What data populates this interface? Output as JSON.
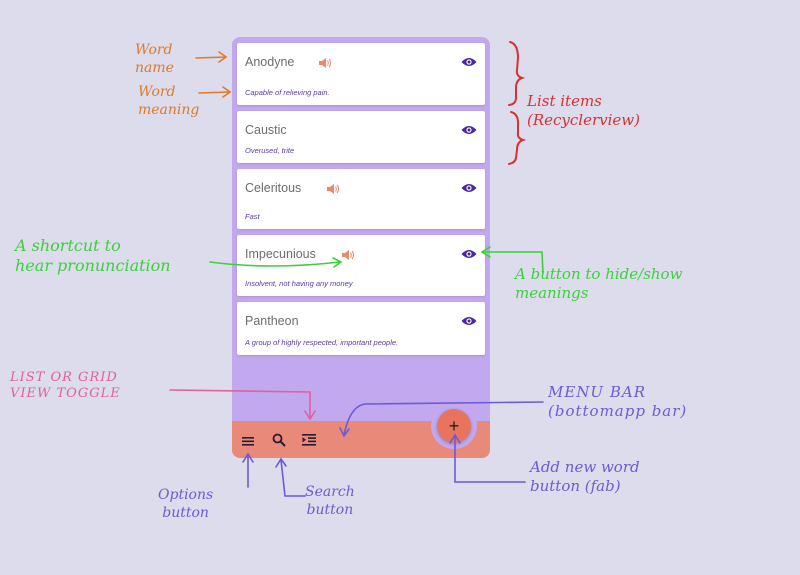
{
  "words": [
    {
      "word": "Anodyne",
      "meaning": "Capable of relieving pain."
    },
    {
      "word": "Caustic",
      "meaning": "Overused, trite"
    },
    {
      "word": "Celeritous",
      "meaning": "Fast"
    },
    {
      "word": "Impecunious",
      "meaning": "Insolvent, not having any money"
    },
    {
      "word": "Pantheon",
      "meaning": "A group of highly respected, important people."
    }
  ],
  "fab": {
    "label": "+"
  },
  "icons": {
    "speaker": "speaker-icon",
    "eye": "eye-icon",
    "menu": "menu-icon",
    "search": "search-icon",
    "toggle": "list-toggle-icon"
  },
  "colors": {
    "phone_bg": "#c2a8ee",
    "bottom_bar": "#e8897a",
    "fab": "#e8745f",
    "accent_purple": "#4b2a9a",
    "speaker": "#e8896a"
  },
  "annotations": {
    "word_name": "Word\nname",
    "word_meaning": "Word\nmeaning",
    "list_items": "List items\n(Recyclerview)",
    "shortcut": "A shortcut to\nhear pronunciation",
    "hide_show": "A button to hide/show\nmeanings",
    "list_grid": "LIST OR GRID\nVIEW TOGGLE",
    "menu_bar": "MENU BAR\n(bottomapp bar)",
    "add_word": "Add new word\nbutton (fab)",
    "options": "Options\nbutton",
    "search": "Search\nbutton"
  }
}
